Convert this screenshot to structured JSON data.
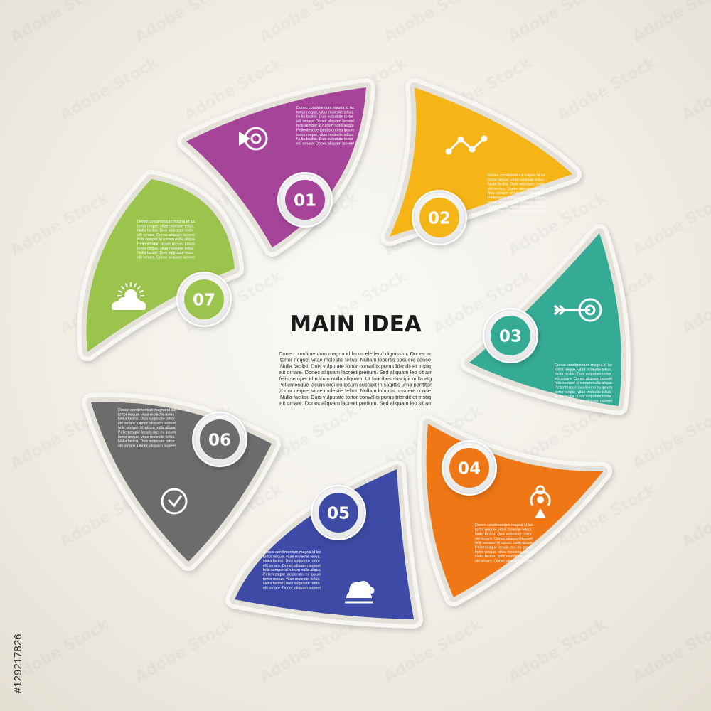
{
  "title": "MAIN IDEA",
  "center_text": [
    "Donec condimentum magna id lacus eleifend dignissim. Donec ac",
    "tortor neque, vitae molestie tellus. Nullam lobortis posuere  conse",
    "Nulla facilisi. Duis vulputate tortor convallis purus blandit et tristiq",
    "elit ornare. Donec aliquam laoreet pretium. Sed aliquam leo sit am",
    "felis semper id rutrum nulla aliquam. Ut faucibus suscipit nulla atg",
    "Pellentesque iaculis orci eu ipsum suscipit in sagittis urna porttitor.",
    "tortor neque, vitae molestie tellus. Nullam lobortis posuere  conse",
    "Nulla facilisi. Duis vulputate tortor convallis purus blandit et tristiq",
    "elit ornare. Donec aliquam laoreet pretium. Sed aliquam leo sit am"
  ],
  "segment_text": [
    "Donec condimentum magna id lac",
    "tortor neque, vitae molestie tellus.",
    "Nulla facilisi. Duis vulputate tortor",
    "elit ornare. Donec aliquam laoreet",
    "felis semper id rutrum nulla aliqua",
    "Pellentesque iaculis orci eu ipsum",
    "tortor neque, vitae molestie tellus.",
    "Nulla facilisi. Duis vulputate tortor",
    "elit ornare. Donec aliquam laoreet"
  ],
  "segments": [
    {
      "number": "01",
      "color": "#a6449a",
      "icon": "play-target-icon"
    },
    {
      "number": "02",
      "color": "#f6b517",
      "icon": "line-chart-icon"
    },
    {
      "number": "03",
      "color": "#35ab96",
      "icon": "arrow-target-icon"
    },
    {
      "number": "04",
      "color": "#ef7715",
      "icon": "person-signal-icon"
    },
    {
      "number": "05",
      "color": "#3d4aa6",
      "icon": "cloud-sunrise-icon"
    },
    {
      "number": "06",
      "color": "#6c6c6c",
      "icon": "clock-icon"
    },
    {
      "number": "07",
      "color": "#9ac44c",
      "icon": "sun-cloud-icon"
    }
  ],
  "watermark": "Adobe Stock",
  "stock_id": "#129217826"
}
